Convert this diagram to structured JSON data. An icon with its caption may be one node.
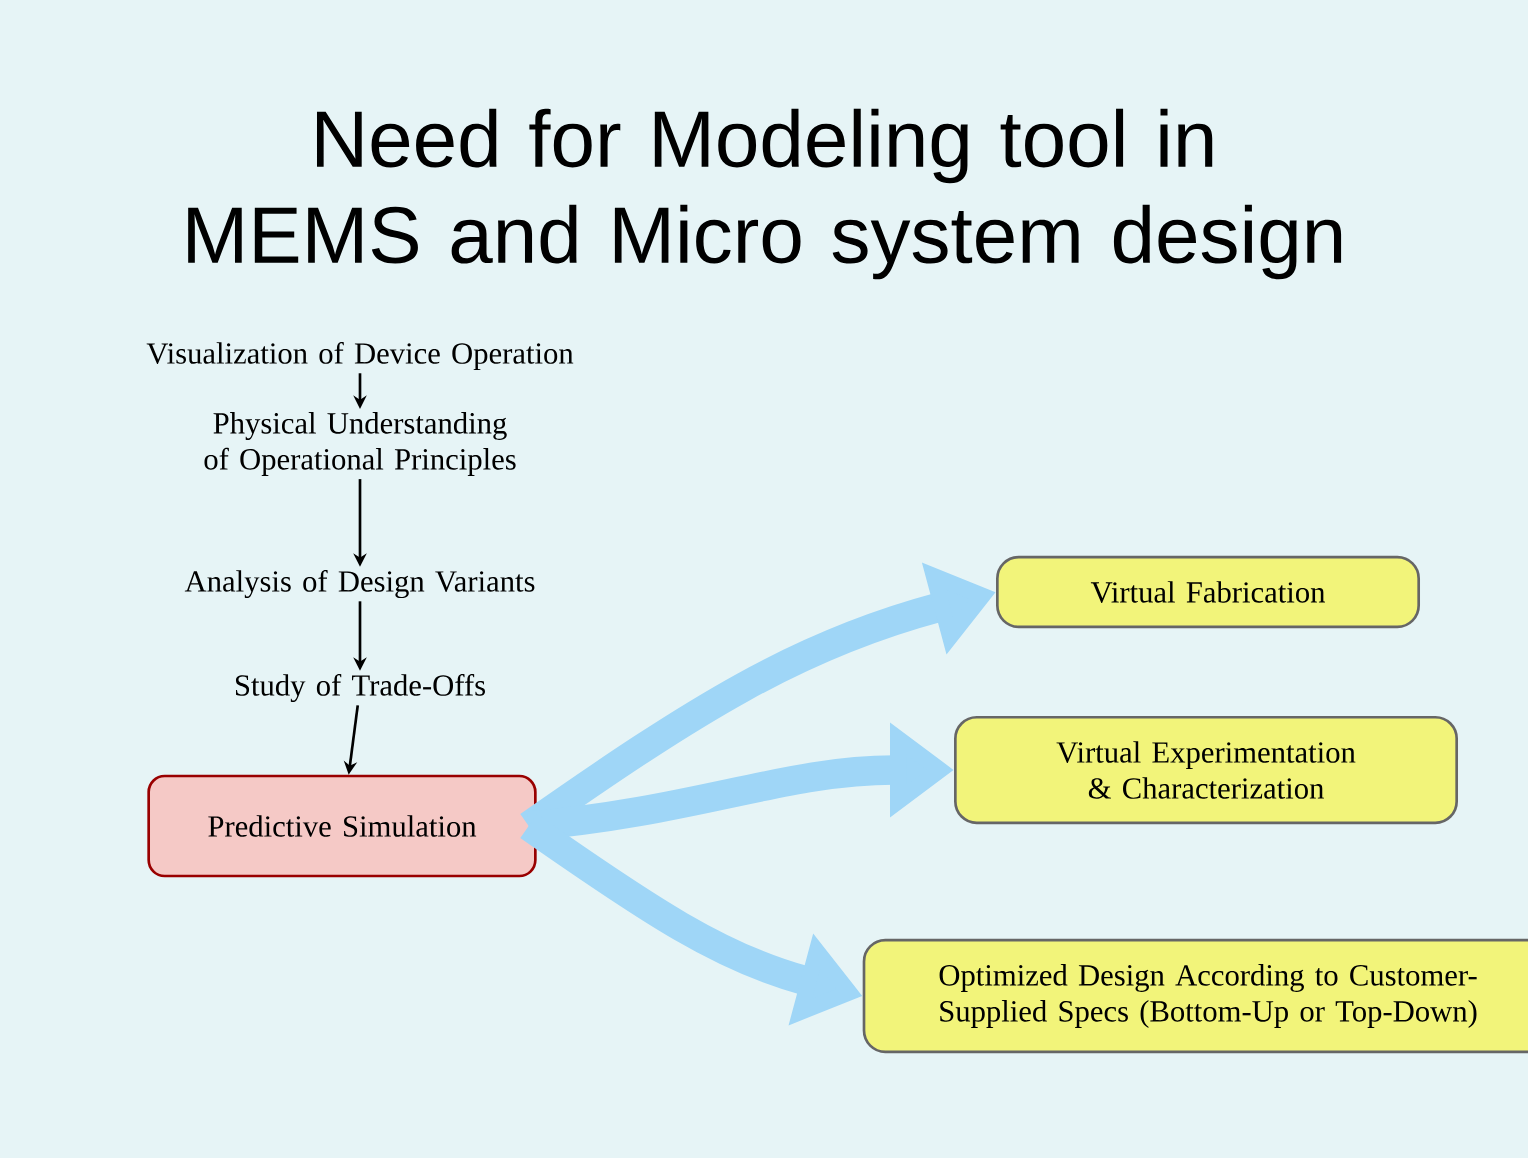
{
  "diagram": {
    "title": "Need for Modeling tool in MEMS and Micro system design",
    "nodes": [
      {
        "text": [
          "Visualization of Device Operation"
        ]
      },
      {
        "text": [
          "Physical Understanding of Operational Principles"
        ]
      },
      {
        "text": [
          "Analysis of Design Variants"
        ]
      },
      {
        "text": [
          "Study of Trade-Offs"
        ]
      },
      {
        "text": [
          "Predictive Simulation"
        ]
      },
      {
        "text": [
          "Virtual Fabrication"
        ]
      },
      {
        "text": [
          "Virtual Experimentation & Characterization"
        ]
      },
      {
        "text": [
          "Optimized Design According to Customer-Supplied Specs (Bottom-Up or Top-Down)"
        ]
      }
    ],
    "edges": [
      {
        "from": 0,
        "to": 1,
        "arrow": "to"
      },
      {
        "from": 1,
        "to": 2,
        "arrow": "to"
      },
      {
        "from": 2,
        "to": 3,
        "arrow": "to"
      },
      {
        "from": 3,
        "to": 4,
        "arrow": "to"
      },
      {
        "from": 4,
        "to": 5,
        "arrow": "to",
        "style": "thick",
        "color": "#9fd6f7"
      },
      {
        "from": 4,
        "to": 6,
        "arrow": "to",
        "style": "thick",
        "color": "#9fd6f7"
      },
      {
        "from": 4,
        "to": 7,
        "arrow": "to",
        "style": "thick",
        "color": "#9fd6f7"
      }
    ]
  }
}
